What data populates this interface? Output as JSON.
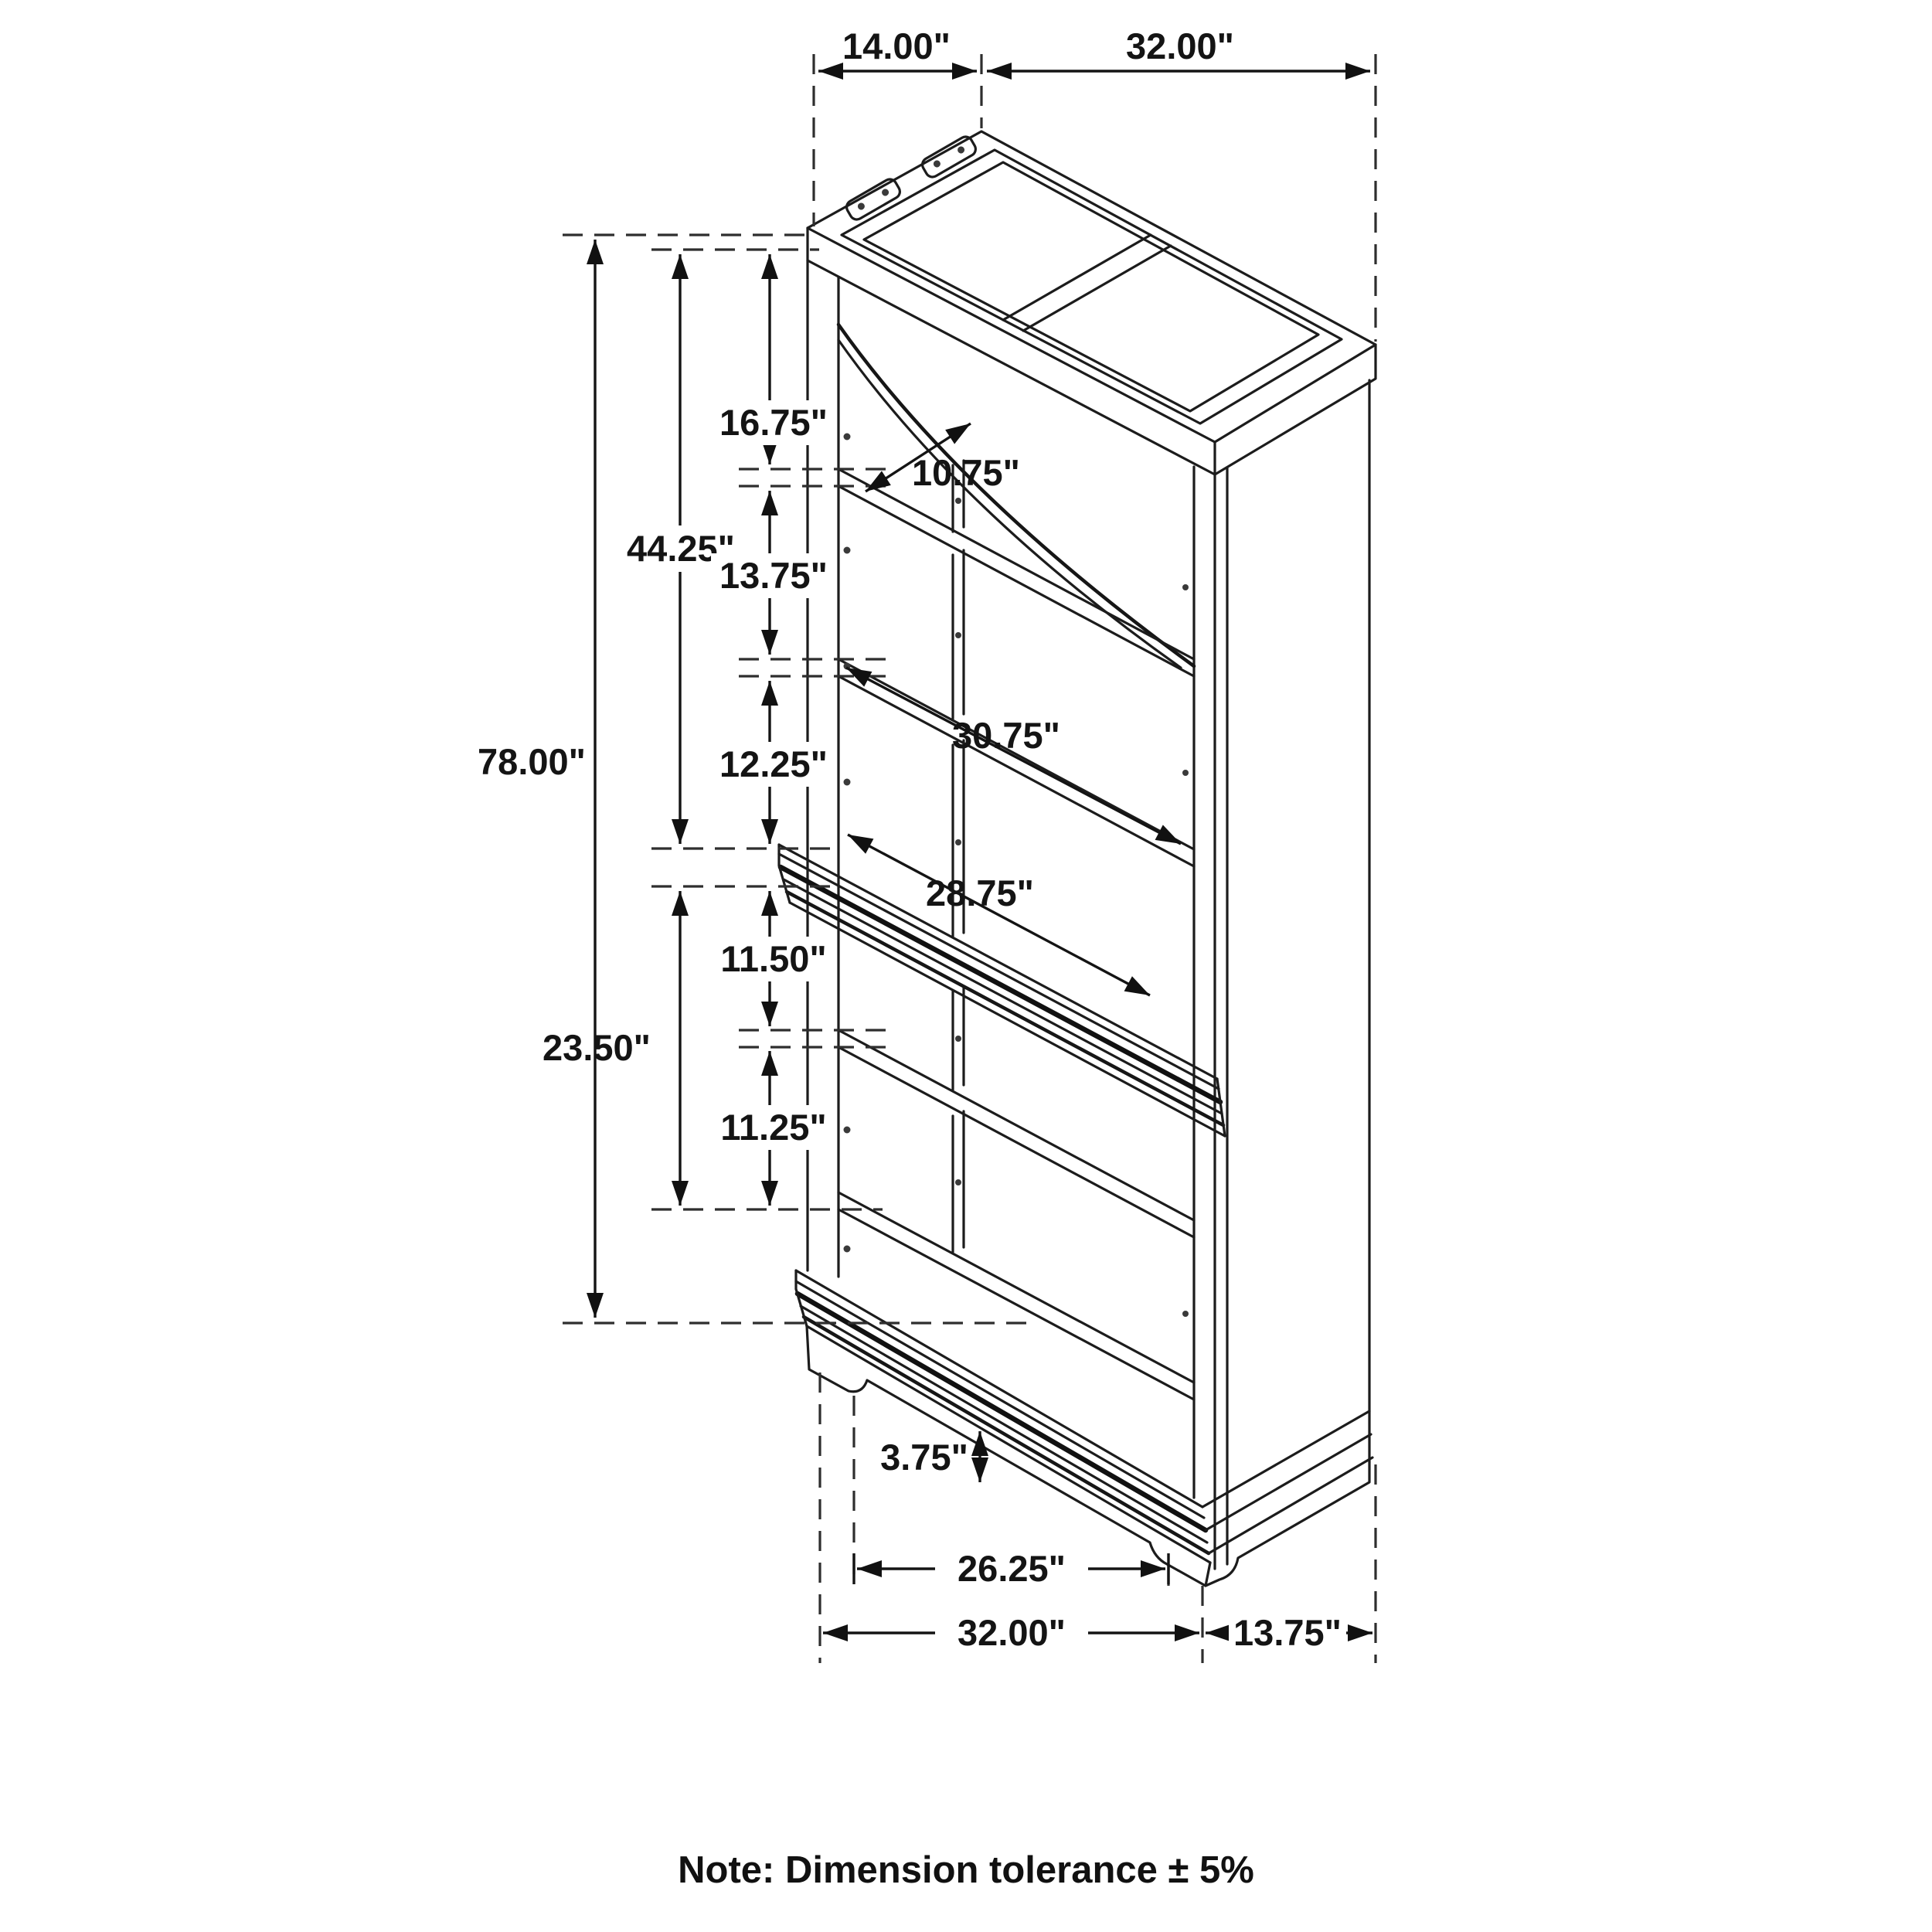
{
  "diagram": {
    "type": "furniture-dimension-drawing",
    "subject": "bookcase with open shelves",
    "units": "inches",
    "note": "Note: Dimension tolerance ± 5%",
    "line_color": "#1c1c1c",
    "background": "#ffffff",
    "labels": {
      "top_depth": "14.00\"",
      "top_width": "32.00\"",
      "overall_height": "78.00\"",
      "upper_section_height": "44.25\"",
      "top_opening_height": "16.75\"",
      "shelf_depth": "10.75\"",
      "second_opening_height": "13.75\"",
      "interior_width_upper": "30.75\"",
      "third_opening_height": "12.25\"",
      "interior_width_lower": "28.75\"",
      "lower_section_height": "23.50\"",
      "fourth_opening_height": "11.50\"",
      "fifth_opening_height": "11.25\"",
      "foot_height": "3.75\"",
      "base_inner_width": "26.25\"",
      "base_width": "32.00\"",
      "base_side_depth": "13.75\""
    }
  }
}
